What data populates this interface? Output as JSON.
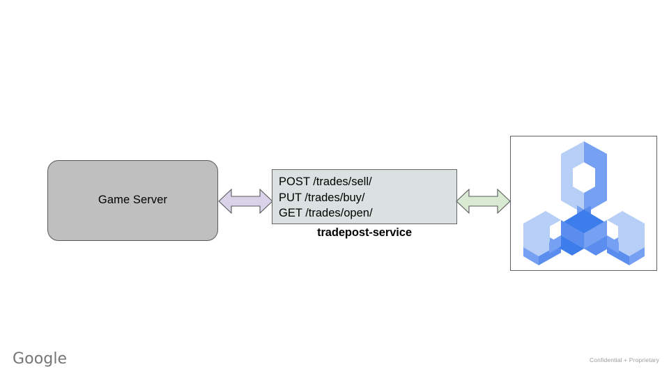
{
  "slide": {
    "background_color": "#ffffff",
    "game_server": {
      "label": "Game Server",
      "fill_color": "#bfbfbf",
      "border_color": "#595959"
    },
    "connector_left": {
      "icon": "double-headed-arrow-icon",
      "fill_color": "#d9d2e9",
      "border_color": "#595959",
      "direction": "bidirectional"
    },
    "connector_right": {
      "icon": "double-headed-arrow-icon",
      "fill_color": "#d9ead3",
      "border_color": "#595959",
      "direction": "bidirectional"
    },
    "service": {
      "caption": "tradepost-service",
      "fill_color": "#d9e2e1",
      "border_color": "#646464",
      "endpoints": [
        "POST /trades/sell/",
        "PUT /trades/buy/",
        "GET /trades/open/"
      ]
    },
    "logo_panel": {
      "icon": "three-pronged-wrench-logo-icon",
      "border_color": "#5f5f66",
      "colors": {
        "light": "#b7cff7",
        "medium": "#76a1f2",
        "dark": "#3d7ceb",
        "mid_dark": "#5b8def"
      }
    },
    "footer": {
      "brand": "Google",
      "brand_color": "#757575",
      "confidential": "Confidential + Proprietary",
      "confidential_color": "#9b9b9b"
    }
  }
}
